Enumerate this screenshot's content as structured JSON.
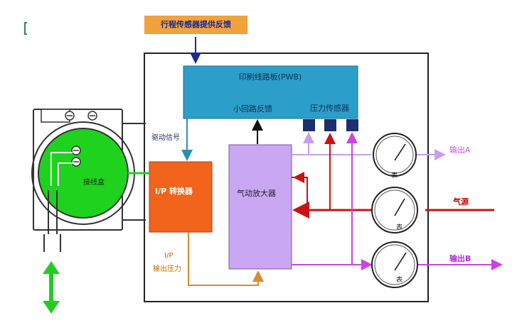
{
  "top_label": "行程传感器提供反馈",
  "pwb": {
    "title": "印刷线路板(PWB)",
    "loop_feedback": "小回路反馈",
    "pressure_sensor": "压力传感器"
  },
  "drive_signal": "驱动信号",
  "ip_converter": "I/P 转换器",
  "pneumatic_amplifier": "气动放大器",
  "terminal_box": "接线盒",
  "ip_output": {
    "line1": "I/P",
    "line2": "输出压力"
  },
  "output_a": "输出A",
  "air_supply": "气源",
  "output_b": "输出B",
  "gauges": [
    {
      "label": "表"
    },
    {
      "label": "表"
    },
    {
      "label": "表"
    }
  ],
  "colors": {
    "pwb": "#2b9ec9",
    "ip_converter": "#f2631b",
    "amplifier": "#c9a7f2",
    "terminal": "#1ed21e",
    "supply_line": "#cc1111",
    "output_line": "#cc44e0",
    "ip_line": "#d98a35",
    "top_tag": "#f1a23a",
    "green_arrow": "#22cc22"
  }
}
